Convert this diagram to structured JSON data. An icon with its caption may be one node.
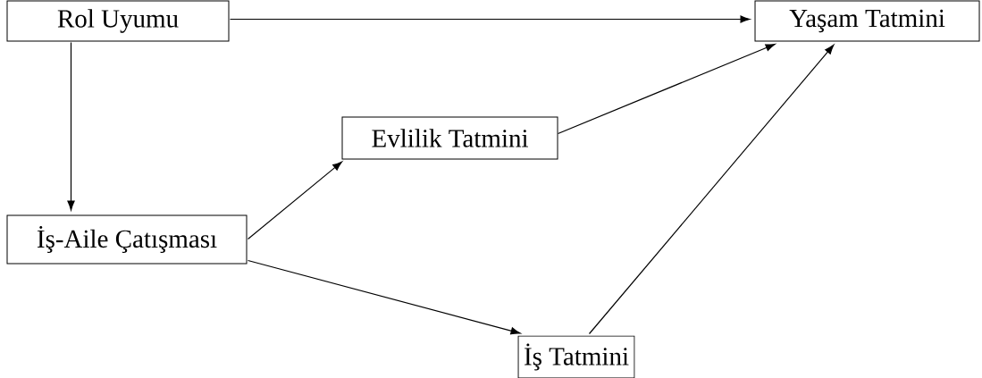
{
  "diagram": {
    "nodes": [
      {
        "text": [
          "Rol Uyumu"
        ]
      },
      {
        "text": [
          "Yaşam Tatmini"
        ]
      },
      {
        "text": [
          "Evlilik Tatmini"
        ]
      },
      {
        "text": [
          "İş-Aile Çatışması"
        ]
      },
      {
        "text": [
          "İş Tatmini"
        ]
      }
    ],
    "edges": [
      {
        "from": 0,
        "to": 1,
        "arrow": "to"
      },
      {
        "from": 0,
        "to": 3,
        "arrow": "to"
      },
      {
        "from": 2,
        "to": 1,
        "arrow": "to"
      },
      {
        "from": 3,
        "to": 2,
        "arrow": "to"
      },
      {
        "from": 3,
        "to": 4,
        "arrow": "to"
      },
      {
        "from": 4,
        "to": 1,
        "arrow": "to"
      }
    ]
  }
}
